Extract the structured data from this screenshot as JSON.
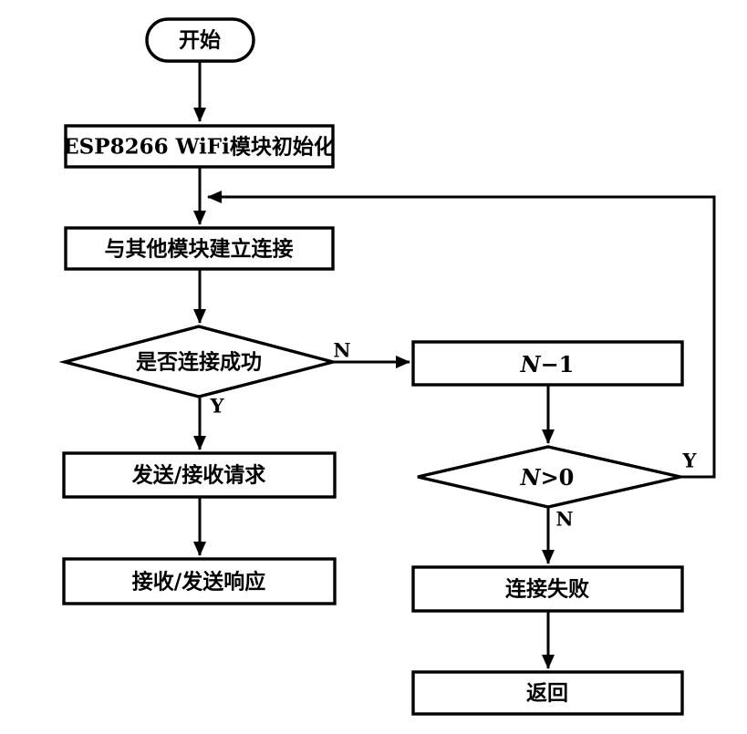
{
  "diagram": {
    "type": "flowchart",
    "background_color": "#ffffff",
    "line_color": "#000000",
    "nodes": {
      "start": {
        "shape": "terminator",
        "label": "开始"
      },
      "init": {
        "shape": "process",
        "label": "ESP8266 WiFi模块初始化"
      },
      "connect": {
        "shape": "process",
        "label": "与其他模块建立连接"
      },
      "check_connect": {
        "shape": "decision",
        "label": "是否连接成功"
      },
      "send_request": {
        "shape": "process",
        "label": "发送/接收请求"
      },
      "receive_response": {
        "shape": "process",
        "label": "接收/发送响应"
      },
      "decrement": {
        "shape": "process",
        "var": "N",
        "rest": "−1"
      },
      "check_retry": {
        "shape": "decision",
        "var": "N",
        "rest": ">0"
      },
      "fail": {
        "shape": "process",
        "label": "连接失败"
      },
      "return": {
        "shape": "process",
        "label": "返回"
      }
    },
    "branch_labels": {
      "connect_no": "N",
      "connect_yes": "Y",
      "retry_yes": "Y",
      "retry_no": "N"
    },
    "edges": [
      {
        "from": "start",
        "to": "init"
      },
      {
        "from": "init",
        "to": "connect"
      },
      {
        "from": "connect",
        "to": "check_connect"
      },
      {
        "from": "check_connect",
        "to": "send_request",
        "label": "Y"
      },
      {
        "from": "check_connect",
        "to": "decrement",
        "label": "N"
      },
      {
        "from": "send_request",
        "to": "receive_response"
      },
      {
        "from": "decrement",
        "to": "check_retry"
      },
      {
        "from": "check_retry",
        "to": "connect",
        "label": "Y"
      },
      {
        "from": "check_retry",
        "to": "fail",
        "label": "N"
      },
      {
        "from": "fail",
        "to": "return"
      }
    ]
  }
}
